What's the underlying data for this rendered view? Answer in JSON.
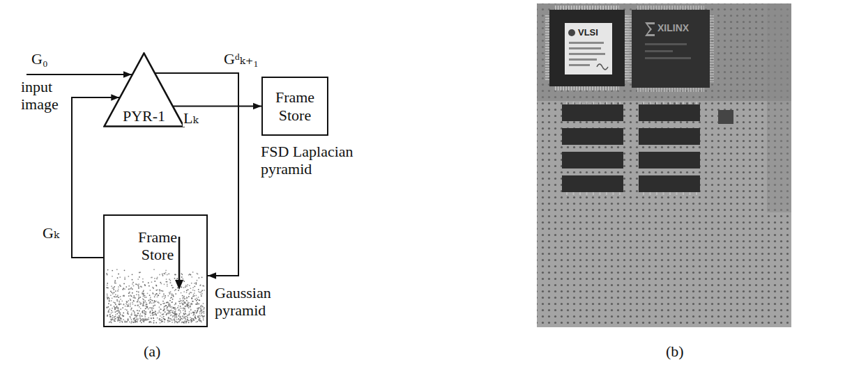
{
  "diagram": {
    "nodes": [
      {
        "text": [
          "PYR-1"
        ]
      },
      {
        "text": [
          "Frame Store",
          "FSD Laplacian pyramid"
        ]
      },
      {
        "text": [
          "Frame Store",
          "Gaussian pyramid"
        ]
      }
    ],
    "edges": [
      {
        "from": 0,
        "to": 1,
        "arrow": "to",
        "label": "Lₖ"
      },
      {
        "from": 2,
        "to": 0,
        "arrow": "to",
        "label": "Gₖ"
      },
      {
        "from": 0,
        "to": 2,
        "arrow": "to",
        "label": "Gᵈₖ₊₁"
      }
    ],
    "labels": [
      "G₀",
      "input image",
      "(a)",
      "VLSI",
      "XILINX",
      "(b)"
    ]
  }
}
